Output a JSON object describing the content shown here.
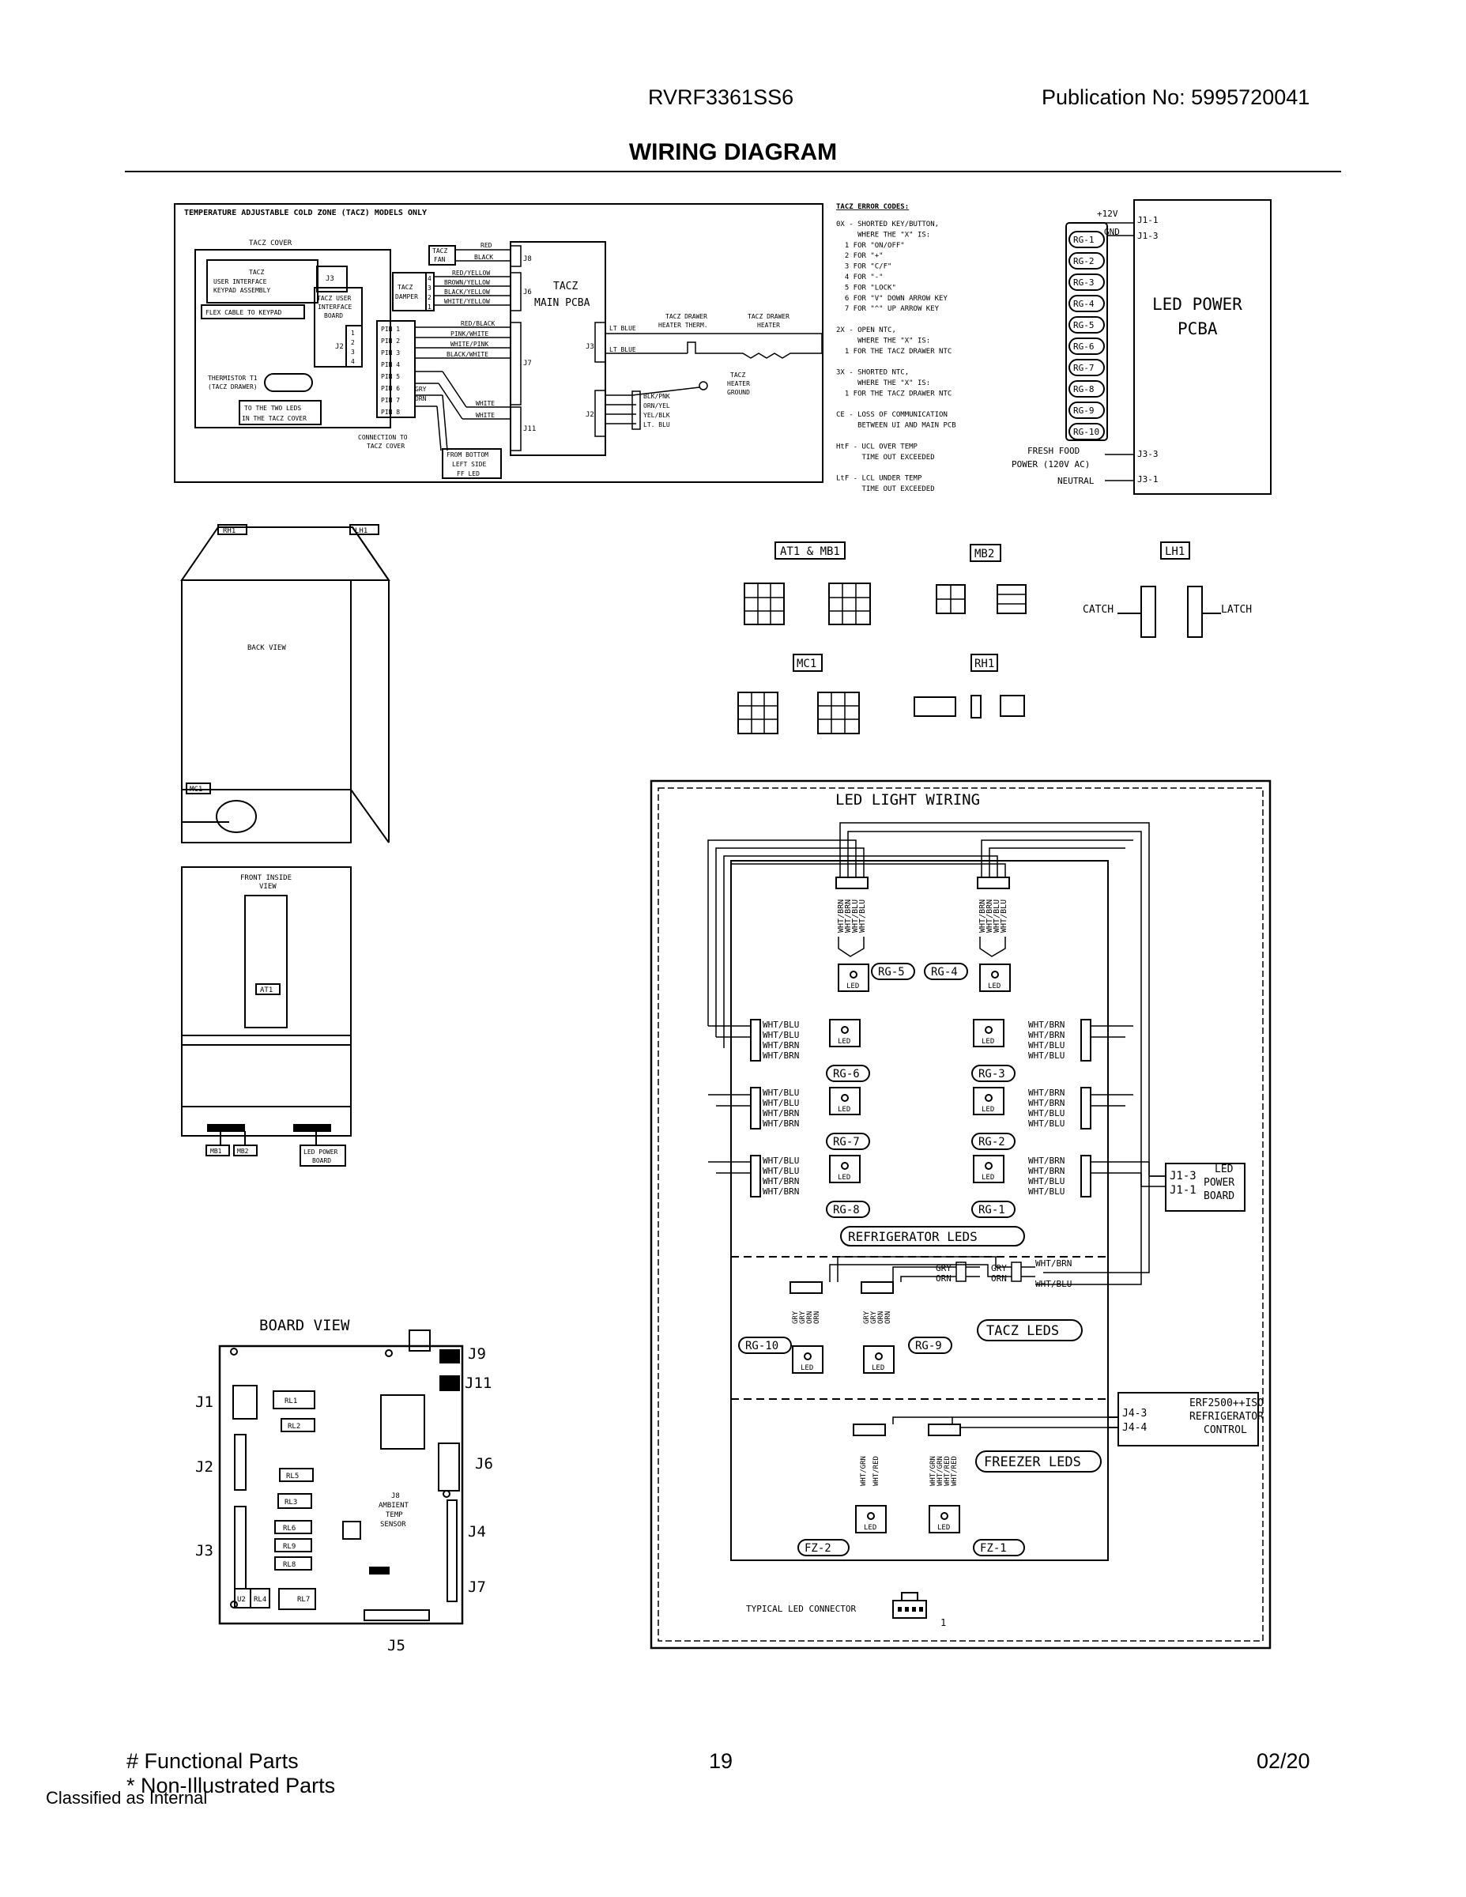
{
  "header": {
    "model": "RVRF3361SS6",
    "publication": "Publication No:  5995720041",
    "title": "WIRING DIAGRAM"
  },
  "tacz": {
    "box_title": "TEMPERATURE ADJUSTABLE COLD ZONE (TACZ) MODELS ONLY",
    "cover": "TACZ COVER",
    "ui_keypad": [
      "TACZ",
      "USER INTERFACE",
      "KEYPAD ASSEMBLY"
    ],
    "ui_board": [
      "TACZ USER",
      "INTERFACE",
      "BOARD"
    ],
    "j3": "J3",
    "j2": "J2",
    "flex_cable": "FLEX CABLE TO KEYPAD",
    "fan": [
      "TACZ",
      "FAN"
    ],
    "damper": [
      "TACZ",
      "DAMPER"
    ],
    "thermistor": [
      "THERMISTOR T1",
      "(TACZ DRAWER)"
    ],
    "to_leds": [
      "TO THE TWO LEDS",
      "IN THE TACZ COVER"
    ],
    "connection": [
      "CONNECTION TO",
      "TACZ COVER"
    ],
    "from_bottom": [
      "FROM BOTTOM",
      "LEFT SIDE",
      "FF LED"
    ],
    "pins": [
      "PIN 1",
      "PIN 2",
      "PIN 3",
      "PIN 4",
      "PIN 5",
      "PIN 6",
      "PIN 7",
      "PIN 8"
    ],
    "wires_fan": [
      "RED",
      "BLACK"
    ],
    "wires_damper": [
      "RED/YELLOW",
      "BROWN/YELLOW",
      "BLACK/YELLOW",
      "WHITE/YELLOW"
    ],
    "wires_j7": [
      "RED/BLACK",
      "PINK/WHITE",
      "WHITE/PINK",
      "BLACK/WHITE"
    ],
    "wires_j11": [
      "WHITE",
      "WHITE"
    ],
    "gry_orn": [
      "GRY",
      "ORN"
    ],
    "main_pcba": [
      "TACZ",
      "MAIN PCBA"
    ],
    "conn_labels": [
      "J8",
      "J6",
      "J7",
      "J11",
      "J3",
      "J2"
    ],
    "lt_blue_1": "LT BLUE",
    "lt_blue_2": "LT BLUE",
    "drawer_therm": [
      "TACZ DRAWER",
      "HEATER THERM."
    ],
    "drawer_heater": [
      "TACZ DRAWER",
      "HEATER"
    ],
    "heater_ground": [
      "TACZ",
      "HEATER",
      "GROUND"
    ],
    "j2_wires": [
      "BLK/PNK",
      "ORN/YEL",
      "YEL/BLK",
      "LT. BLU"
    ]
  },
  "error_codes": {
    "title": "TACZ ERROR CODES:",
    "lines": [
      "0X - SHORTED KEY/BUTTON,",
      "     WHERE THE \"X\" IS:",
      "  1 FOR \"ON/OFF\"",
      "  2 FOR \"+\"",
      "  3 FOR \"C/F\"",
      "  4 FOR \"-\"",
      "  5 FOR \"LOCK\"",
      "  6 FOR \"V\" DOWN ARROW KEY",
      "  7 FOR \"^\" UP ARROW KEY",
      "",
      "2X - OPEN NTC,",
      "     WHERE THE \"X\" IS:",
      "  1 FOR THE TACZ DRAWER NTC",
      "",
      "3X - SHORTED NTC,",
      "     WHERE THE \"X\" IS:",
      "  1 FOR THE TACZ DRAWER NTC",
      "",
      "CE - LOSS OF COMMUNICATION",
      "     BETWEEN UI AND MAIN PCB",
      "",
      "HtF - UCL OVER TEMP",
      "      TIME OUT EXCEEDED",
      "",
      "LtF - LCL UNDER TEMP",
      "      TIME OUT EXCEEDED"
    ]
  },
  "led_power": {
    "title": [
      "LED POWER",
      "PCBA"
    ],
    "v12": "+12V",
    "gnd": "GND",
    "j1_1": "J1-1",
    "j1_3": "J1-3",
    "rg": [
      "RG-1",
      "RG-2",
      "RG-3",
      "RG-4",
      "RG-5",
      "RG-6",
      "RG-7",
      "RG-8",
      "RG-9",
      "RG-10"
    ],
    "fresh_food": [
      "FRESH FOOD",
      "POWER (120V AC)"
    ],
    "neutral": "NEUTRAL",
    "j3_3": "J3-3",
    "j3_1": "J3-1"
  },
  "back_view": {
    "rh1": "RH1",
    "lh1": "LH1",
    "label": "BACK VIEW",
    "mc1": "MC1"
  },
  "front_view": {
    "label": [
      "FRONT INSIDE",
      "VIEW"
    ],
    "at1": "AT1",
    "mb1": "MB1",
    "mb2": "MB2",
    "led_board": [
      "LED POWER",
      "BOARD"
    ]
  },
  "connectors": {
    "at1_mb1": "AT1 & MB1",
    "mb2": "MB2",
    "lh1": "LH1",
    "mc1": "MC1",
    "rh1": "RH1",
    "catch": "CATCH",
    "latch": "LATCH"
  },
  "board_view": {
    "title": "BOARD VIEW",
    "j_labels": [
      "J9",
      "J11",
      "J1",
      "J6",
      "J2",
      "J4",
      "J3",
      "J7",
      "J5"
    ],
    "relays": [
      "RL1",
      "RL2",
      "RL5",
      "RL3",
      "RL6",
      "RL9",
      "RL8",
      "RL4",
      "RL7"
    ],
    "u2": "U2",
    "j8": [
      "J8",
      "AMBIENT",
      "TEMP",
      "SENSOR"
    ]
  },
  "led_wiring": {
    "title": "LED LIGHT WIRING",
    "top_wires": [
      "WHT/BRN",
      "WHT/BRN",
      "WHT/BLU",
      "WHT/BLU"
    ],
    "left_wires": [
      "WHT/BLU",
      "WHT/BLU",
      "WHT/BRN",
      "WHT/BRN"
    ],
    "right_wires": [
      "WHT/BRN",
      "WHT/BRN",
      "WHT/BLU",
      "WHT/BLU"
    ],
    "rg_labels": [
      "RG-5",
      "RG-4",
      "RG-6",
      "RG-3",
      "RG-7",
      "RG-2",
      "RG-8",
      "RG-1",
      "RG-10",
      "RG-9"
    ],
    "led": "LED",
    "ref_leds": "REFRIGERATOR LEDS",
    "tacz_leds": "TACZ LEDS",
    "freezer_leds": "FREEZER LEDS",
    "j1_3": "J1-3",
    "j1_1": "J1-1",
    "led_power_board": [
      "LED",
      "POWER",
      "BOARD"
    ],
    "gry": "GRY",
    "orn": "ORN",
    "wht_brn": "WHT/BRN",
    "wht_blu": "WHT/BLU",
    "tacz_wires": [
      "GRY",
      "GRY",
      "ORN",
      "ORN"
    ],
    "j4_3": "J4-3",
    "j4_4": "J4-4",
    "erf": [
      "ERF2500++ISO",
      "REFRIGERATOR",
      "CONTROL"
    ],
    "fz_wires_a": [
      "WHT/GRN",
      "WHT/RED"
    ],
    "fz_wires_b": [
      "WHT/GRN",
      "WHT/GRN",
      "WHT/RED",
      "WHT/RED"
    ],
    "fz2": "FZ-2",
    "fz1": "FZ-1",
    "typical": "TYPICAL LED CONNECTOR"
  },
  "footer": {
    "functional": "# Functional Parts",
    "non_illustrated": "* Non-Illustrated Parts",
    "page": "19",
    "date": "02/20",
    "classified": "Classified as Internal"
  }
}
